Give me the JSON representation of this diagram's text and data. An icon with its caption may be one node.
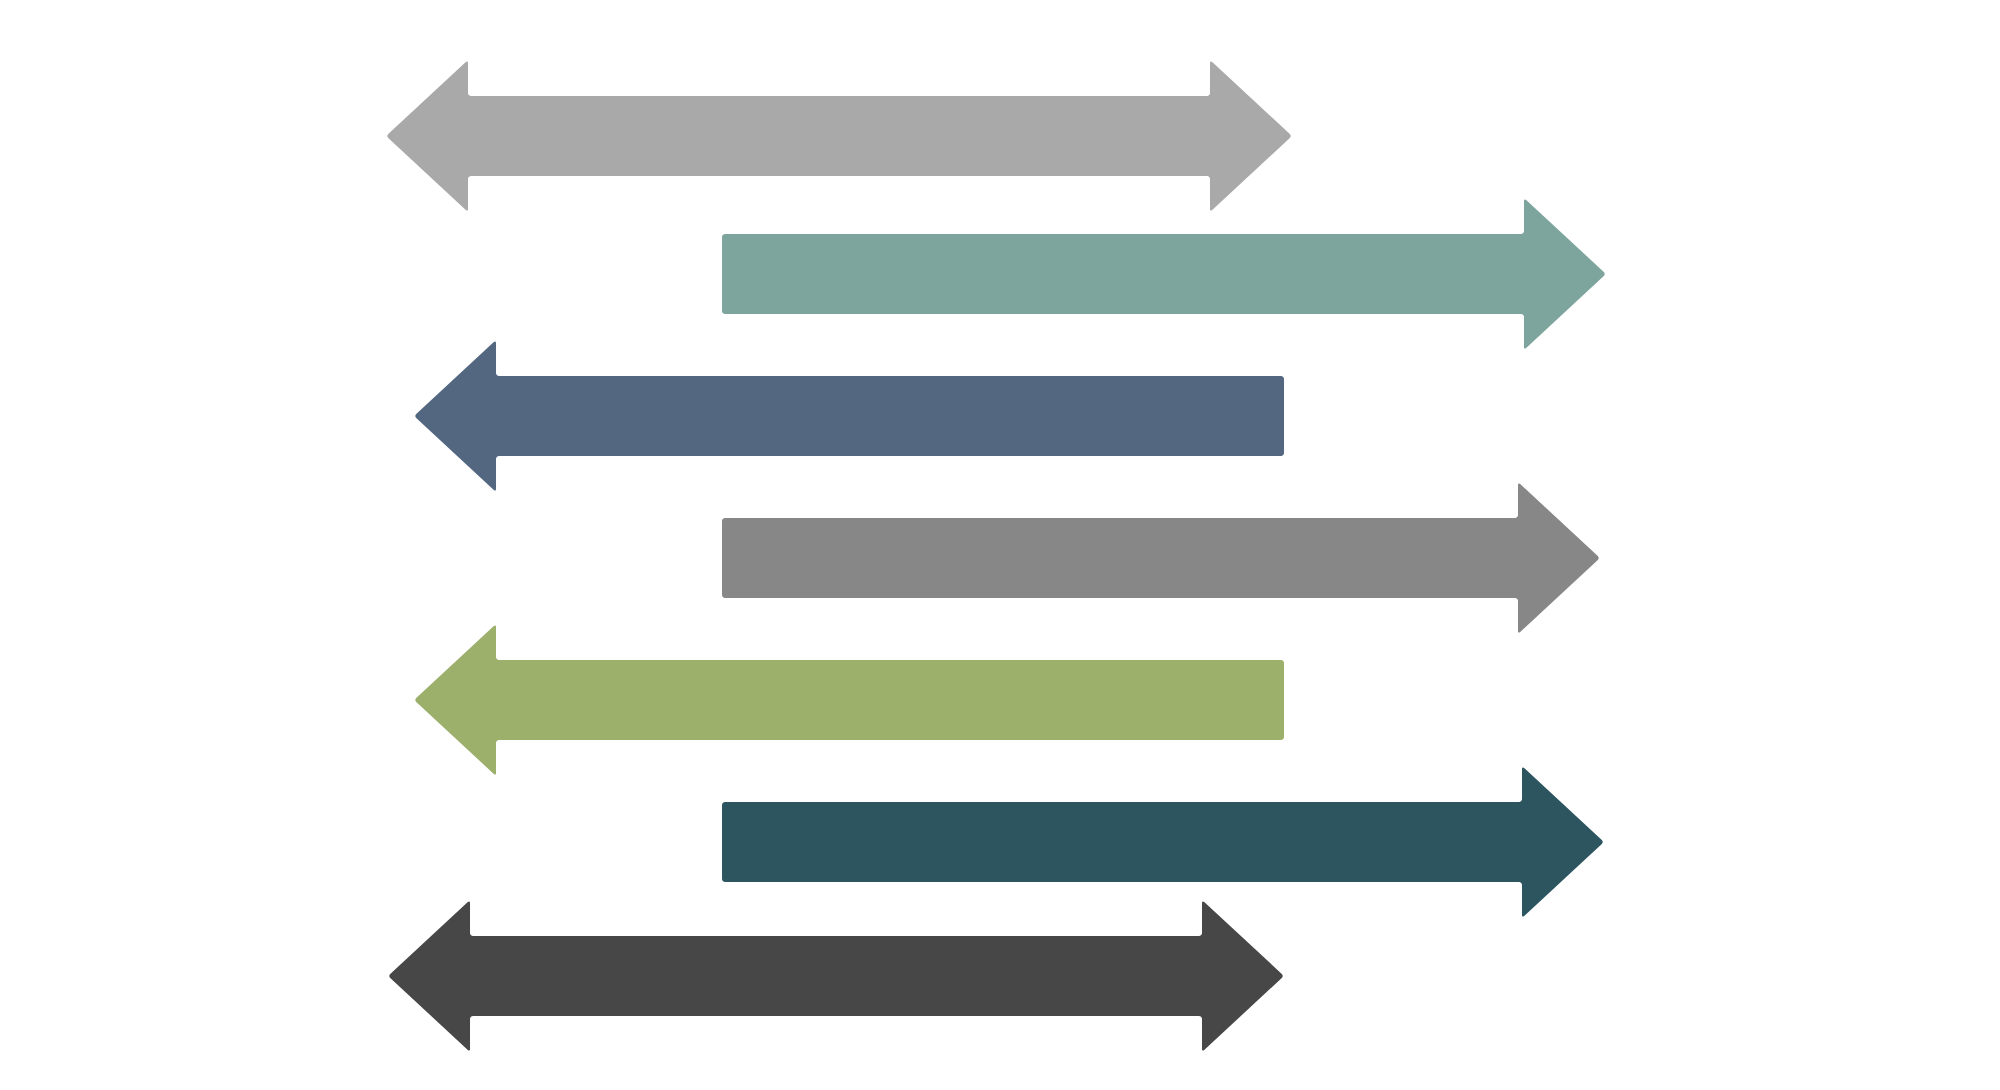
{
  "diagram": {
    "nodes": [
      {
        "text": [],
        "shape": "double-arrow"
      },
      {
        "text": [],
        "shape": "arrow"
      },
      {
        "text": [],
        "shape": "arrow"
      },
      {
        "text": [],
        "shape": "arrow"
      },
      {
        "text": [],
        "shape": "arrow"
      },
      {
        "text": [],
        "shape": "arrow"
      },
      {
        "text": [],
        "shape": "double-arrow"
      }
    ]
  }
}
